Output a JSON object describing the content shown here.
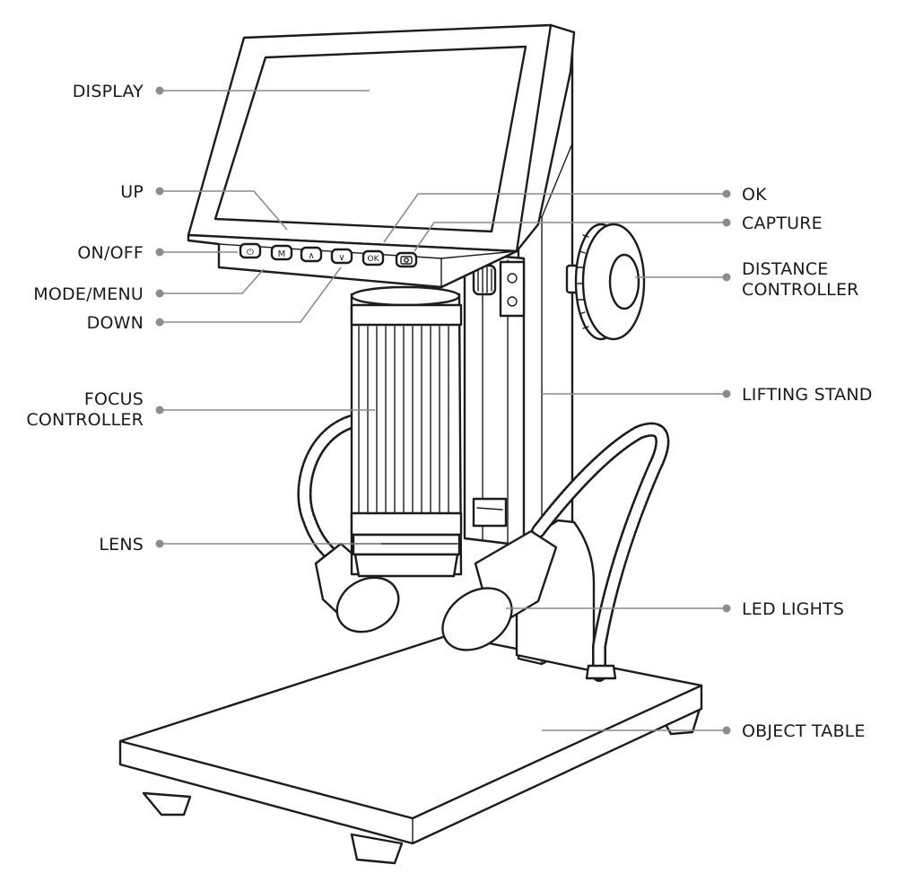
{
  "labels": {
    "display": "DISPLAY",
    "up": "UP",
    "on_off": "ON/OFF",
    "mode_menu": "MODE/MENU",
    "down": "DOWN",
    "focus_controller": [
      "FOCUS",
      "CONTROLLER"
    ],
    "lens": "LENS",
    "ok": "OK",
    "capture": "CAPTURE",
    "distance_controller": [
      "DISTANCE",
      "CONTROLLER"
    ],
    "lifting_stand": "LIFTING STAND",
    "led_lights": "LED LIGHTS",
    "object_table": "OBJECT TABLE"
  },
  "buttons": {
    "power_glyph": "⏻",
    "mode_glyph": "M",
    "up_glyph": "∧",
    "down_glyph": "∨",
    "ok_glyph": "OK"
  },
  "colors": {
    "leader": "#8c8c8c",
    "outline": "#1c1c1c",
    "text": "#1a1a1a"
  }
}
